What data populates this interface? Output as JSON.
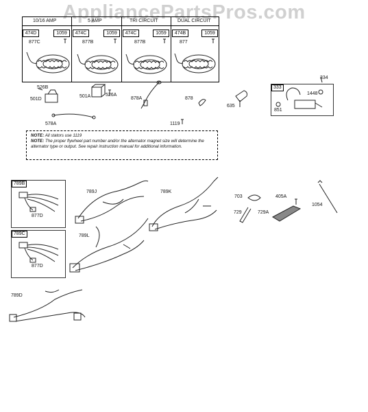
{
  "watermark": "AppliancePartsPros.com",
  "stator_table": {
    "headers": [
      "10/16 AMP",
      "5 AMP",
      "TRI CIRCUIT",
      "DUAL CIRCUIT"
    ],
    "col1": {
      "part": "474D",
      "qty": "1059",
      "stator": "877C"
    },
    "col2": {
      "part": "474C",
      "qty": "1059",
      "stator": "877B"
    },
    "col3": {
      "part": "474C",
      "qty": "1059",
      "stator": "877B"
    },
    "col4": {
      "part": "474B",
      "qty": "1059",
      "stator": "877"
    }
  },
  "labels": {
    "p334": "334",
    "p333": "333",
    "p1448": "1448",
    "p851": "851",
    "p526B": "526B",
    "p501D": "501D",
    "p501A": "501A",
    "p526A": "526A",
    "p878A": "878A",
    "p878": "878",
    "p635": "635",
    "p578A": "578A",
    "p1119": "1119",
    "p789B": "789B",
    "p877D_1": "877D",
    "p789C": "789C",
    "p877D_2": "877D",
    "p789J": "789J",
    "p789K": "789K",
    "p789L": "789L",
    "p703": "703",
    "p405A": "405A",
    "p729": "729",
    "p729A": "729A",
    "p1054": "1054",
    "p789D": "789D"
  },
  "note": {
    "line1_prefix": "NOTE:",
    "line1_text": "All stators use  1119",
    "line2_prefix": "NOTE:",
    "line2_text": "The proper flywheel part number and/or the alternator magnet size will determine the alternator type or output. See repair instruction manual for additional information."
  }
}
